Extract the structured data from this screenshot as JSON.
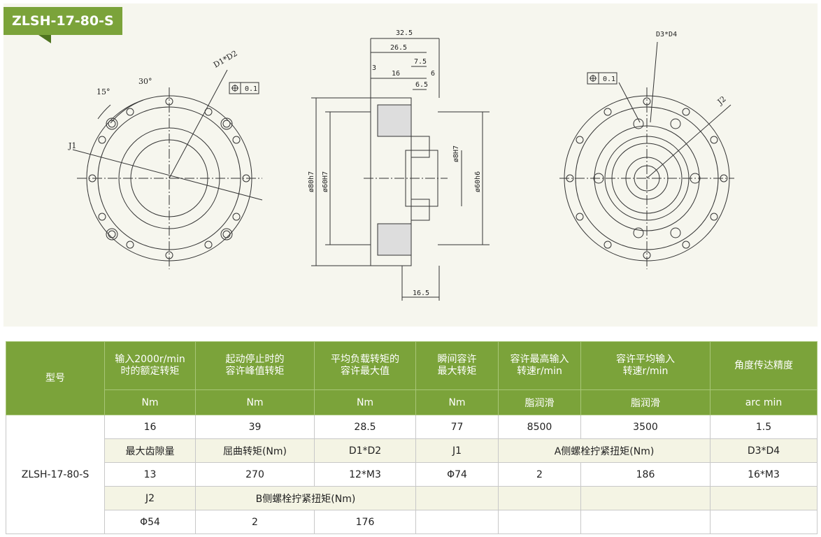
{
  "model_badge": "ZLSH-17-80-S",
  "drawing": {
    "front_labels": {
      "angle_a": "15°",
      "angle_b": "30°",
      "d1d2": "D1*D2",
      "tol": "0.1",
      "j1": "J1"
    },
    "side_labels": {
      "dim_32_5": "32.5",
      "dim_26_5": "26.5",
      "dim_7_5": "7.5",
      "dim_3": "3",
      "dim_16": "16",
      "dim_6": "6",
      "dim_6_5": "6.5",
      "dim_16_5": "16.5",
      "dia_80": "ø80h7",
      "dia_60H": "ø60H7",
      "dia_8": "ø8H7",
      "dia_60h": "ø60h6"
    },
    "rear_labels": {
      "d3d4": "D3*D4",
      "tol": "0.1",
      "j2": "J2"
    }
  },
  "table": {
    "headers": [
      {
        "lines": [
          "型号"
        ]
      },
      {
        "lines": [
          "输入2000r/min",
          "时的额定转矩"
        ]
      },
      {
        "lines": [
          "起动停止时的",
          "容许峰值转矩"
        ]
      },
      {
        "lines": [
          "平均负载转矩的",
          "容许最大值"
        ]
      },
      {
        "lines": [
          "瞬间容许",
          "最大转矩"
        ]
      },
      {
        "lines": [
          "容许最高输入",
          "转速r/min"
        ]
      },
      {
        "lines": [
          "容许平均输入",
          "转速r/min"
        ]
      },
      {
        "lines": [
          "角度传达精度"
        ]
      }
    ],
    "units": [
      "Nm",
      "Nm",
      "Nm",
      "Nm",
      "脂润滑",
      "脂润滑",
      "arc min"
    ],
    "model": "ZLSH-17-80-S",
    "row1": [
      "16",
      "39",
      "28.5",
      "77",
      "8500",
      "3500",
      "1.5"
    ],
    "row2": [
      "最大齿隙量",
      "屈曲转矩(Nm)",
      "D1*D2",
      "J1",
      "A侧螺栓拧紧扭矩(Nm)",
      "D3*D4"
    ],
    "row3": [
      "13",
      "270",
      "12*M3",
      "Φ74",
      "2",
      "186",
      "16*M3"
    ],
    "row4": [
      "J2",
      "B侧螺栓拧紧扭矩(Nm)"
    ],
    "row5": [
      "Φ54",
      "2",
      "176"
    ]
  }
}
